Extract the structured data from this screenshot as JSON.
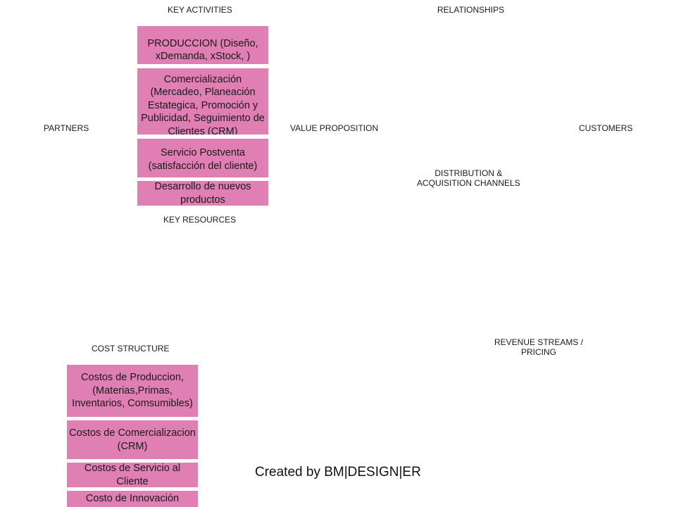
{
  "headers": {
    "key_activities": "KEY ACTIVITIES",
    "relationships": "RELATIONSHIPS",
    "partners": "PARTNERS",
    "value_proposition": "VALUE PROPOSITION",
    "customers": "CUSTOMERS",
    "distribution_line1": "DISTRIBUTION  &",
    "distribution_line2": "ACQUISITION  CHANNELS",
    "key_resources": "KEY RESOURCES",
    "cost_structure": "COST  STRUCTURE",
    "revenue_line1": "REVENUE STREAMS  /",
    "revenue_line2": "PRICING"
  },
  "key_activities": [
    "PRODUCCION (Diseño, xDemanda, xStock, )",
    "Comercialización (Mercadeo, Planeación Estategica, Promoción y Publicidad, Seguimiento de Clientes (CRM)",
    "Servicio Postventa (satisfacción del cliente)",
    "Desarrollo de nuevos productos"
  ],
  "costs": [
    "Costos de Produccion, (Materias,Primas, Inventarios, Comsumibles)",
    "Costos de Comercializacion (CRM)",
    "Costos de Servicio al Cliente",
    "Costo de Innovación"
  ],
  "footer": {
    "credit": "Created by BM|DESIGN|ER"
  },
  "colors": {
    "note_fill": "#e07fb3"
  }
}
